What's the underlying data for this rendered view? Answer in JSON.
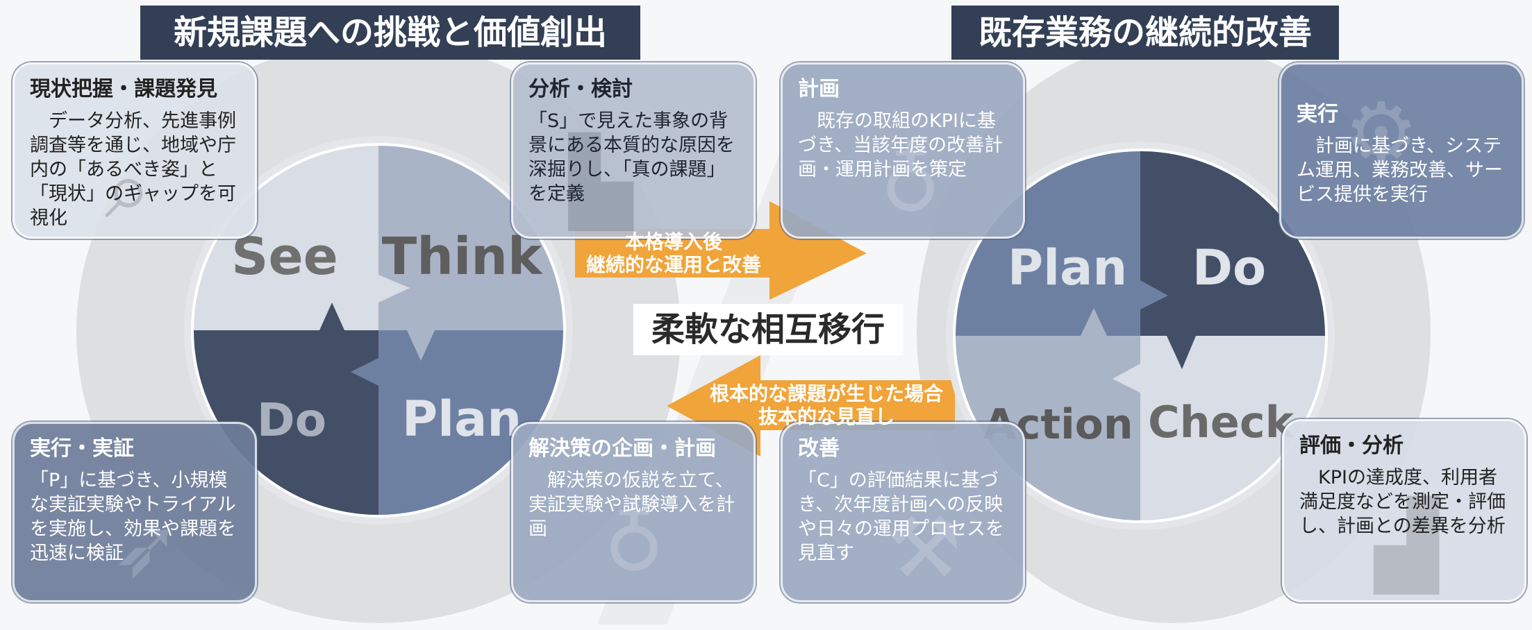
{
  "titles": {
    "left": "新規課題への挑戦と価値創出",
    "right": "既存業務の継続的改善"
  },
  "left_cycle": {
    "quadrants": [
      "See",
      "Think",
      "Do",
      "Plan"
    ],
    "colors": [
      "#d8dde6",
      "#aab4c7",
      "#424f66",
      "#6e80a2"
    ]
  },
  "right_cycle": {
    "quadrants": [
      "Plan",
      "Do",
      "Action",
      "Check"
    ],
    "colors": [
      "#6e80a2",
      "#424f66",
      "#aab4c7",
      "#d8dde6"
    ]
  },
  "cards": {
    "see": {
      "title": "現状把握・課題発見",
      "body": "　データ分析、先進事例調査等を通じ、地域や庁内の「あるべき姿」と「現状」のギャップを可視化"
    },
    "think": {
      "title": "分析・検討",
      "body": "「S」で見えた事象の背景にある本質的な原因を深掘りし、「真の課題」を定義"
    },
    "do": {
      "title": "実行・実証",
      "body": "「P」に基づき、小規模な実証実験やトライアルを実施し、効果や課題を迅速に検証"
    },
    "plan": {
      "title": "解決策の企画・計画",
      "body": "　解決策の仮説を立て、実証実験や試験導入を計画"
    },
    "r_plan": {
      "title": "計画",
      "body": "　既存の取組のKPIに基づき、当該年度の改善計画・運用計画を策定"
    },
    "r_do": {
      "title": "実行",
      "body": "　計画に基づき、システム運用、業務改善、サービス提供を実行"
    },
    "r_action": {
      "title": "改善",
      "body": "「C」の評価結果に基づき、次年度計画への反映や日々の運用プロセスを見直す"
    },
    "r_check": {
      "title": "評価・分析",
      "body": "　KPIの達成度、利用者満足度などを測定・評価し、計画との差異を分析"
    }
  },
  "arrows": {
    "right": {
      "line1": "本格導入後",
      "line2": "継続的な運用と改善",
      "color": "#f0a43a"
    },
    "left": {
      "line1": "根本的な課題が生じた場合",
      "line2": "抜本的な見直し",
      "color": "#f0a43a"
    }
  },
  "center_label": "柔軟な相互移行",
  "icons": [
    "magnifier-icon",
    "chart-icon",
    "rocket-icon",
    "lightbulb-icon",
    "lightbulb-icon",
    "gear-icon",
    "wrench-icon",
    "bar-chart-icon"
  ]
}
